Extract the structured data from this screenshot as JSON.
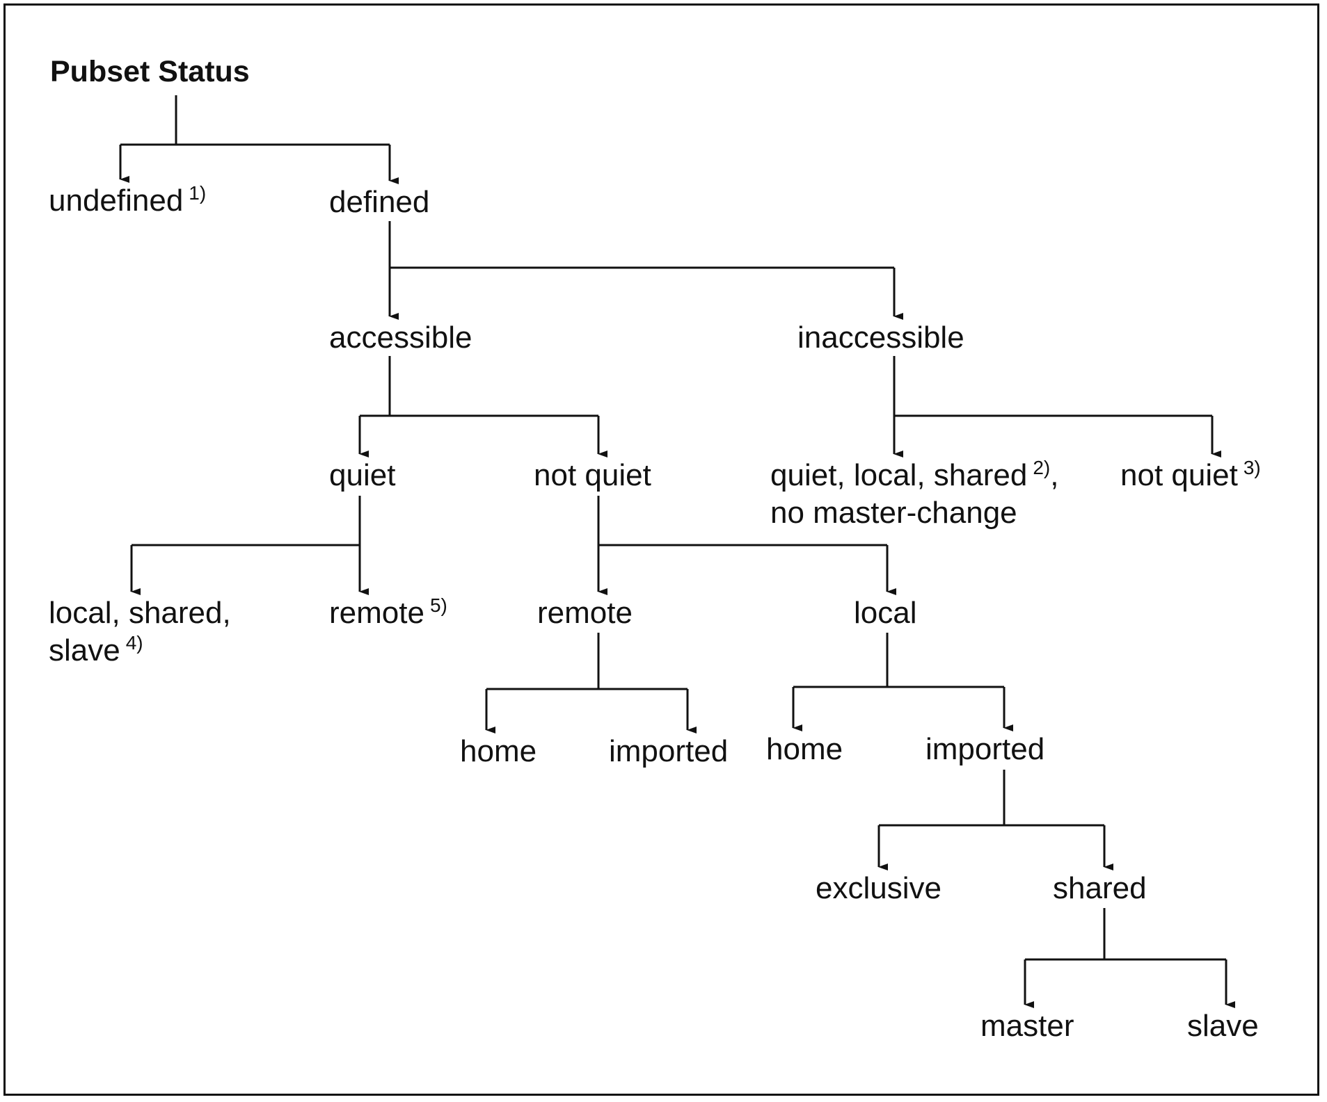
{
  "title": "Pubset Status",
  "nodes": {
    "undefined": {
      "text": "undefined",
      "note": "1)"
    },
    "defined": {
      "text": "defined"
    },
    "accessible": {
      "text": "accessible"
    },
    "inaccessible": {
      "text": "inaccessible"
    },
    "quiet": {
      "text": "quiet"
    },
    "not_quiet": {
      "text": "not quiet"
    },
    "inacc_quiet": {
      "line1": "quiet, local, shared",
      "note": "2)",
      "comma": ",",
      "line2": "no master-change"
    },
    "inacc_not_quiet": {
      "text": "not quiet",
      "note": "3)"
    },
    "local_shared_slave": {
      "line1": "local, shared,",
      "line2": "slave",
      "note": "4)"
    },
    "quiet_remote": {
      "text": "remote",
      "note": "5)"
    },
    "nq_remote": {
      "text": "remote"
    },
    "nq_local": {
      "text": "local"
    },
    "remote_home": {
      "text": "home"
    },
    "remote_imported": {
      "text": "imported"
    },
    "local_home": {
      "text": "home"
    },
    "local_imported": {
      "text": "imported"
    },
    "exclusive": {
      "text": "exclusive"
    },
    "shared": {
      "text": "shared"
    },
    "master": {
      "text": "master"
    },
    "slave": {
      "text": "slave"
    }
  },
  "edges": [
    [
      "title",
      "undefined"
    ],
    [
      "title",
      "defined"
    ],
    [
      "defined",
      "accessible"
    ],
    [
      "defined",
      "inaccessible"
    ],
    [
      "accessible",
      "quiet"
    ],
    [
      "accessible",
      "not_quiet"
    ],
    [
      "inaccessible",
      "inacc_quiet"
    ],
    [
      "inaccessible",
      "inacc_not_quiet"
    ],
    [
      "quiet",
      "local_shared_slave"
    ],
    [
      "quiet",
      "quiet_remote"
    ],
    [
      "not_quiet",
      "nq_remote"
    ],
    [
      "not_quiet",
      "nq_local"
    ],
    [
      "nq_remote",
      "remote_home"
    ],
    [
      "nq_remote",
      "remote_imported"
    ],
    [
      "nq_local",
      "local_home"
    ],
    [
      "nq_local",
      "local_imported"
    ],
    [
      "local_imported",
      "exclusive"
    ],
    [
      "local_imported",
      "shared"
    ],
    [
      "shared",
      "master"
    ],
    [
      "shared",
      "slave"
    ]
  ]
}
